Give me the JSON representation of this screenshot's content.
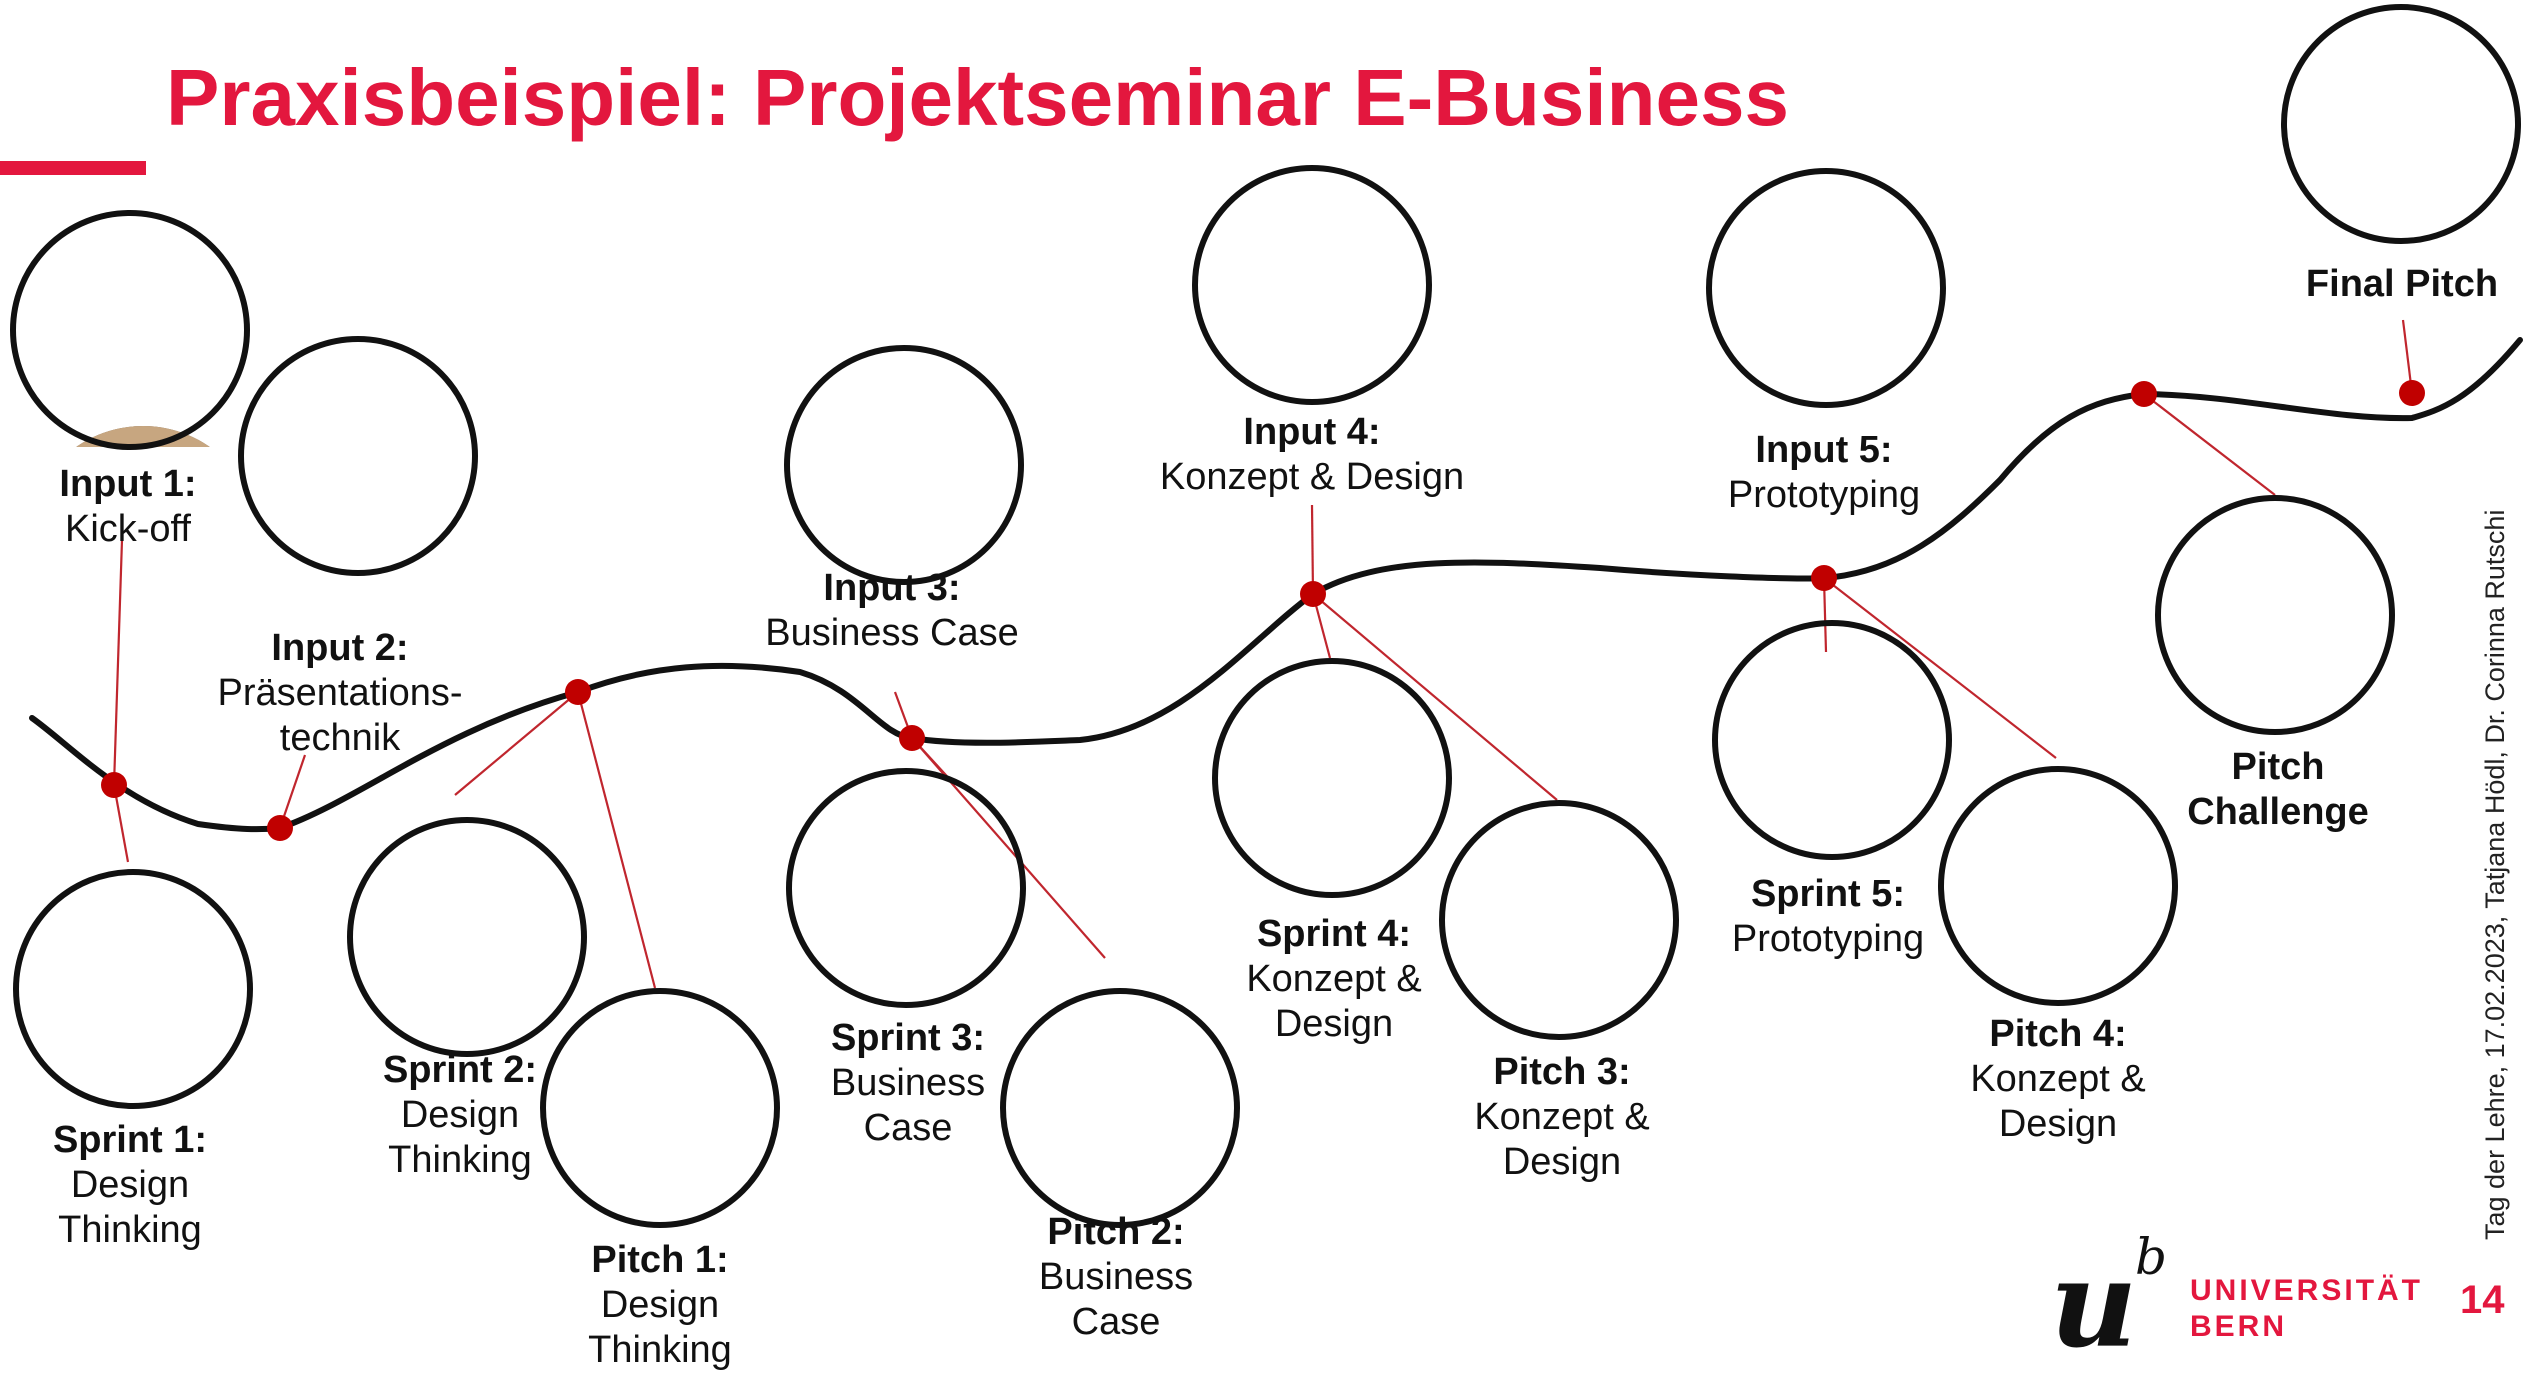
{
  "title": "Praxisbeispiel: Projektseminar E-Business",
  "side_note": "Tag der Lehre, 17.02.2023, Tatjana Hödl, Dr. Corinna Rutschi",
  "page_number": "14",
  "logo": {
    "mark_u": "u",
    "mark_b": "b",
    "line1": "UNIVERSITÄT",
    "line2": "BERN"
  },
  "colors": {
    "accent": "#e3173e",
    "milestone": "#c00000",
    "connector": "#c0262e",
    "path": "#111111"
  },
  "milestones": [
    {
      "id": "input1",
      "title": "Input 1:",
      "lines": [
        "Kick-off"
      ],
      "photo": "seminar-room-photo"
    },
    {
      "id": "input2",
      "title": "Input 2:",
      "lines": [
        "Präsentations-",
        "technik"
      ],
      "photo": "seminar-room-photo"
    },
    {
      "id": "input3",
      "title": "Input 3:",
      "lines": [
        "Business Case"
      ],
      "photo": "building-photo"
    },
    {
      "id": "input4",
      "title": "Input 4:",
      "lines": [
        "Konzept & Design"
      ],
      "photo": "building-photo"
    },
    {
      "id": "input5",
      "title": "Input 5:",
      "lines": [
        "Prototyping"
      ],
      "photo": "building-photo"
    },
    {
      "id": "final",
      "title": "Final Pitch",
      "lines": [],
      "photo": "speaker-photo"
    },
    {
      "id": "sprint1",
      "title": "Sprint 1:",
      "lines": [
        "Design",
        "Thinking"
      ],
      "photo": "teamwork-photo"
    },
    {
      "id": "sprint2",
      "title": "Sprint 2:",
      "lines": [
        "Design",
        "Thinking"
      ],
      "photo": "teamwork-photo"
    },
    {
      "id": "sprint3",
      "title": "Sprint 3:",
      "lines": [
        "Business",
        "Case"
      ],
      "photo": "teamwork-photo"
    },
    {
      "id": "sprint4",
      "title": "Sprint 4:",
      "lines": [
        "Konzept &",
        "Design"
      ],
      "photo": "teamwork-photo"
    },
    {
      "id": "sprint5",
      "title": "Sprint 5:",
      "lines": [
        "Prototyping"
      ],
      "photo": "teamwork-photo"
    },
    {
      "id": "pitch1",
      "title": "Pitch 1:",
      "lines": [
        "Design",
        "Thinking"
      ],
      "photo": "presentation-photo"
    },
    {
      "id": "pitch2",
      "title": "Pitch 2:",
      "lines": [
        "Business",
        "Case"
      ],
      "photo": "presentation-photo"
    },
    {
      "id": "pitch3",
      "title": "Pitch 3:",
      "lines": [
        "Konzept &",
        "Design"
      ],
      "photo": "presentation-photo"
    },
    {
      "id": "pitch4",
      "title": "Pitch 4:",
      "lines": [
        "Konzept &",
        "Design"
      ],
      "photo": "presentation-photo"
    },
    {
      "id": "pitchc",
      "title": "Pitch",
      "lines": [
        "Challenge"
      ],
      "bold_lines": true,
      "photo": "presentation-photo"
    }
  ]
}
